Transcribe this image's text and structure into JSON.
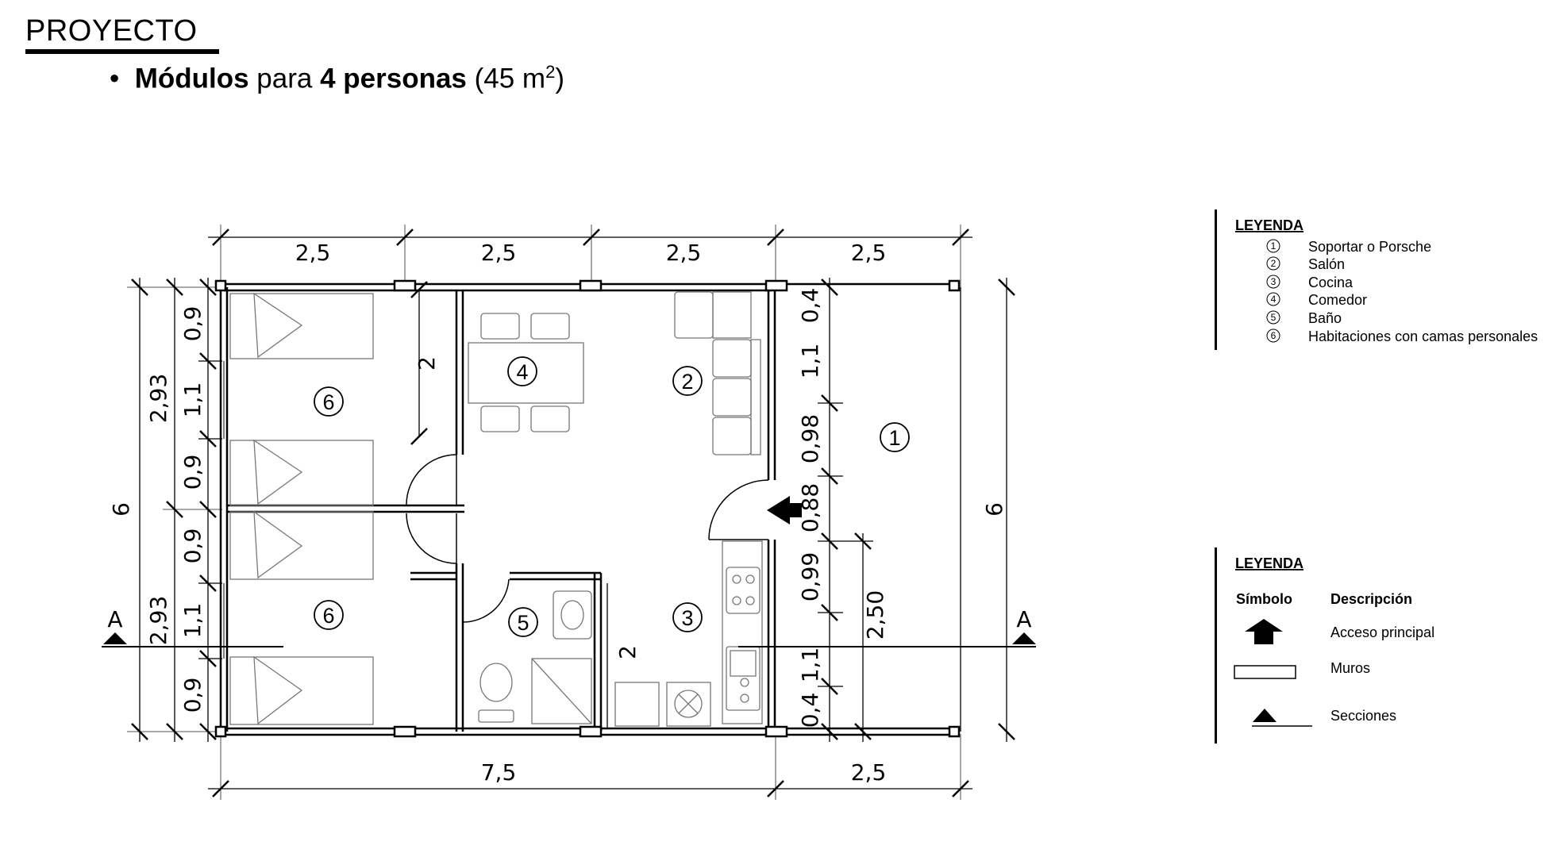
{
  "header": {
    "title": "PROYECTO",
    "subtitle_bold1": "Módulos",
    "subtitle_mid": " para ",
    "subtitle_bold2": "4 personas",
    "subtitle_tail": " (45 m",
    "subtitle_sup": "2",
    "subtitle_end": ")"
  },
  "plan": {
    "top_dims": [
      "2,5",
      "2,5",
      "2,5",
      "2,5"
    ],
    "bottom_dims": [
      "7,5",
      "2,5"
    ],
    "left_outer": "6",
    "left_mid": [
      "2,93",
      "2,93"
    ],
    "left_inner": [
      "0,9",
      "1,1",
      "0,9",
      "0,9",
      "1,1",
      "0,9"
    ],
    "right_outer": "6",
    "interior_dims": [
      "0,4",
      "1,1",
      "0,98",
      "0,88",
      "0,99",
      "1,1",
      "0,4"
    ],
    "porch_dim": "2,50",
    "interior_label_a": "2",
    "interior_label_b": "2",
    "section_mark": "A",
    "rooms": [
      "1",
      "2",
      "3",
      "4",
      "5",
      "6",
      "6"
    ]
  },
  "legend1": {
    "title": "LEYENDA",
    "items": [
      {
        "num": "1",
        "label": "Soportar o Porsche"
      },
      {
        "num": "2",
        "label": "Salón"
      },
      {
        "num": "3",
        "label": "Cocina"
      },
      {
        "num": "4",
        "label": "Comedor"
      },
      {
        "num": "5",
        "label": "Baño"
      },
      {
        "num": "6",
        "label": "Habitaciones con camas personales"
      }
    ]
  },
  "legend2": {
    "title": "LEYENDA",
    "col_symbol": "Símbolo",
    "col_description": "Descripción",
    "items": [
      "Acceso principal",
      "Muros",
      "Secciones"
    ]
  }
}
